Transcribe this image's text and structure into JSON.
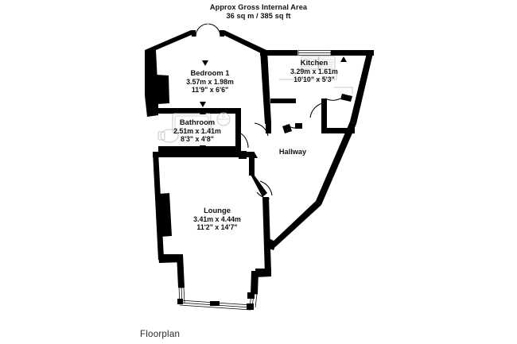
{
  "header": {
    "line1": "Approx Gross Internal Area",
    "line2": "36 sq m / 385 sq ft"
  },
  "caption": {
    "label": "Floorplan"
  },
  "rooms": [
    {
      "key": "bedroom1",
      "name": "Bedroom 1",
      "dim_metric": "3.57m x 1.98m",
      "dim_imperial": "11'9\" x 6'6\""
    },
    {
      "key": "kitchen",
      "name": "Kitchen",
      "dim_metric": "3.29m x 1.61m",
      "dim_imperial": "10'10\" x 5'3\""
    },
    {
      "key": "bathroom",
      "name": "Bathroom",
      "dim_metric": "2.51m x 1.41m",
      "dim_imperial": "8'3\" x 4'8\""
    },
    {
      "key": "lounge",
      "name": "Lounge",
      "dim_metric": "3.41m x 4.44m",
      "dim_imperial": "11'2\" x 14'7\""
    },
    {
      "key": "hallway",
      "name": "Hallway",
      "dim_metric": "",
      "dim_imperial": ""
    }
  ],
  "colors": {
    "wall": "#000000",
    "background": "#ffffff",
    "text": "#111111",
    "fixture_outline": "#c9c9c9",
    "caption_text": "#2b2b2b"
  },
  "icons": {
    "kitchen_sink": "sink-icon",
    "kitchen_hob": "hob-icon",
    "bathroom_wc": "toilet-icon",
    "bathroom_bath": "bath-icon",
    "bathroom_basin": "basin-icon",
    "bay_window": "bay-window-icon",
    "kitchen_window": "window-icon",
    "door_swing": "door-swing-icon",
    "direction_marker": "direction-marker-icon"
  }
}
